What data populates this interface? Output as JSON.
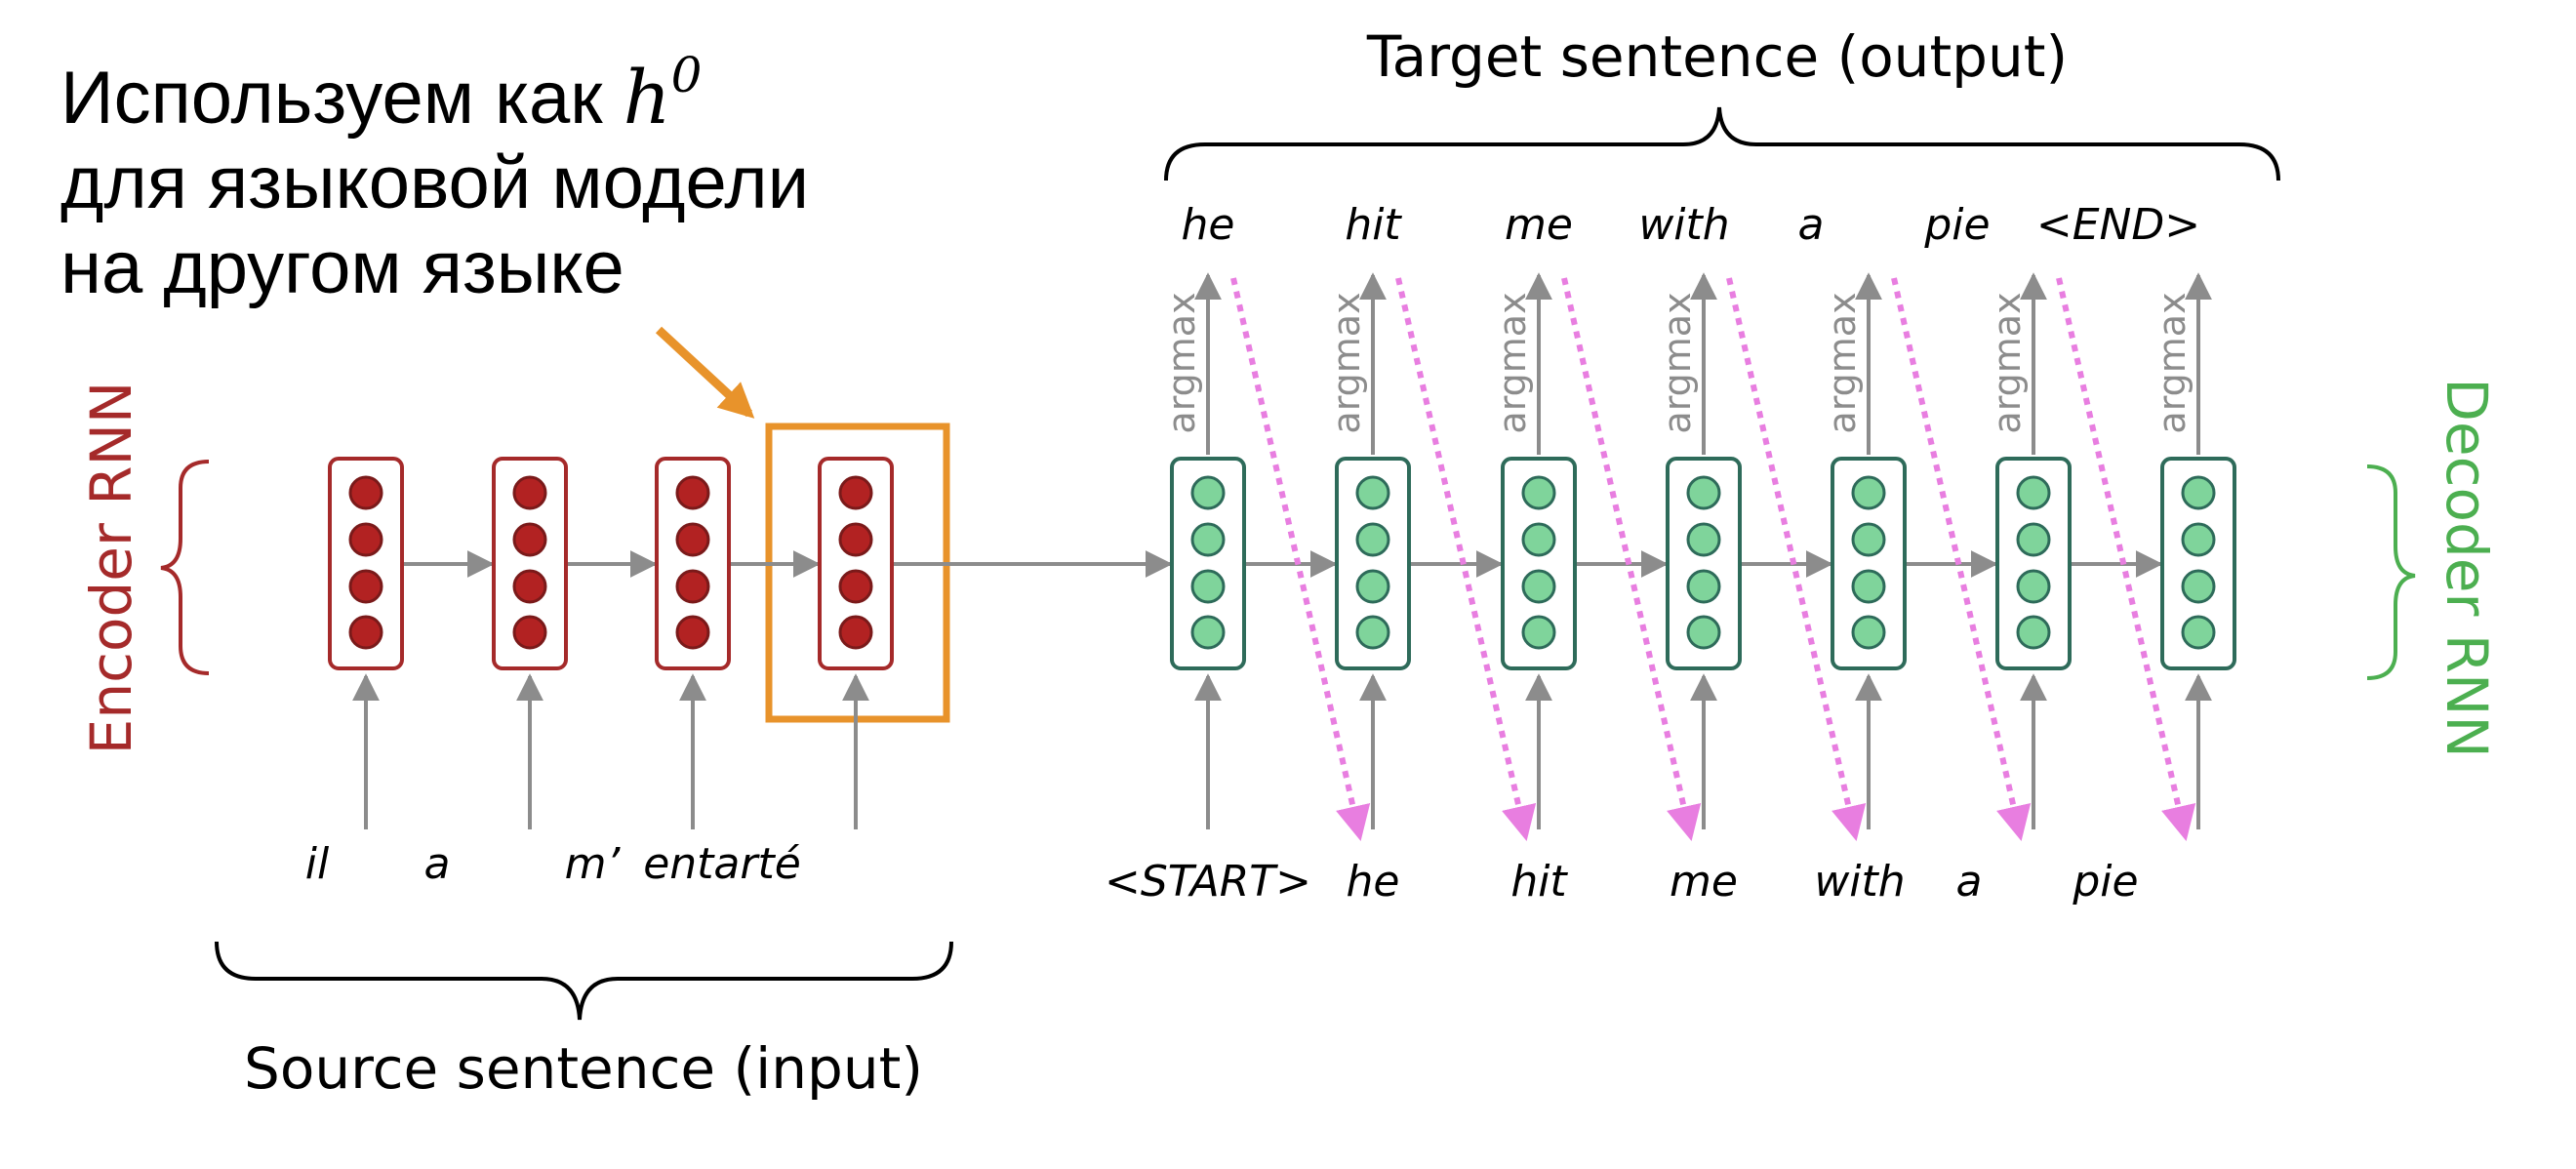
{
  "annotation": {
    "line1_text": "Используем как ",
    "line1_math_base": "h",
    "line1_math_sup": "0",
    "line2": "для языковой модели",
    "line3": "на другом языке"
  },
  "target_label": "Target sentence (output)",
  "source_label": "Source sentence (input)",
  "encoder_label": "Encoder RNN",
  "decoder_label": "Decoder RNN",
  "argmax_label": "argmax",
  "source_words": [
    "il",
    "a",
    "m’",
    "entarté"
  ],
  "decoder_inputs": [
    "<START>",
    "he",
    "hit",
    "me",
    "with",
    "a",
    "pie"
  ],
  "decoder_outputs": [
    "he",
    "hit",
    "me",
    "with",
    "a",
    "pie",
    "<END>"
  ],
  "colors": {
    "encoder": "#a52a2a",
    "encoder_dot": "#b22222",
    "decoder": "#2e6b5a",
    "decoder_dot": "#7fd49b",
    "decoder_label": "#4caf50",
    "highlight": "#e8932b",
    "arrow": "#8c8c8c",
    "feedback": "#e87ee0"
  }
}
